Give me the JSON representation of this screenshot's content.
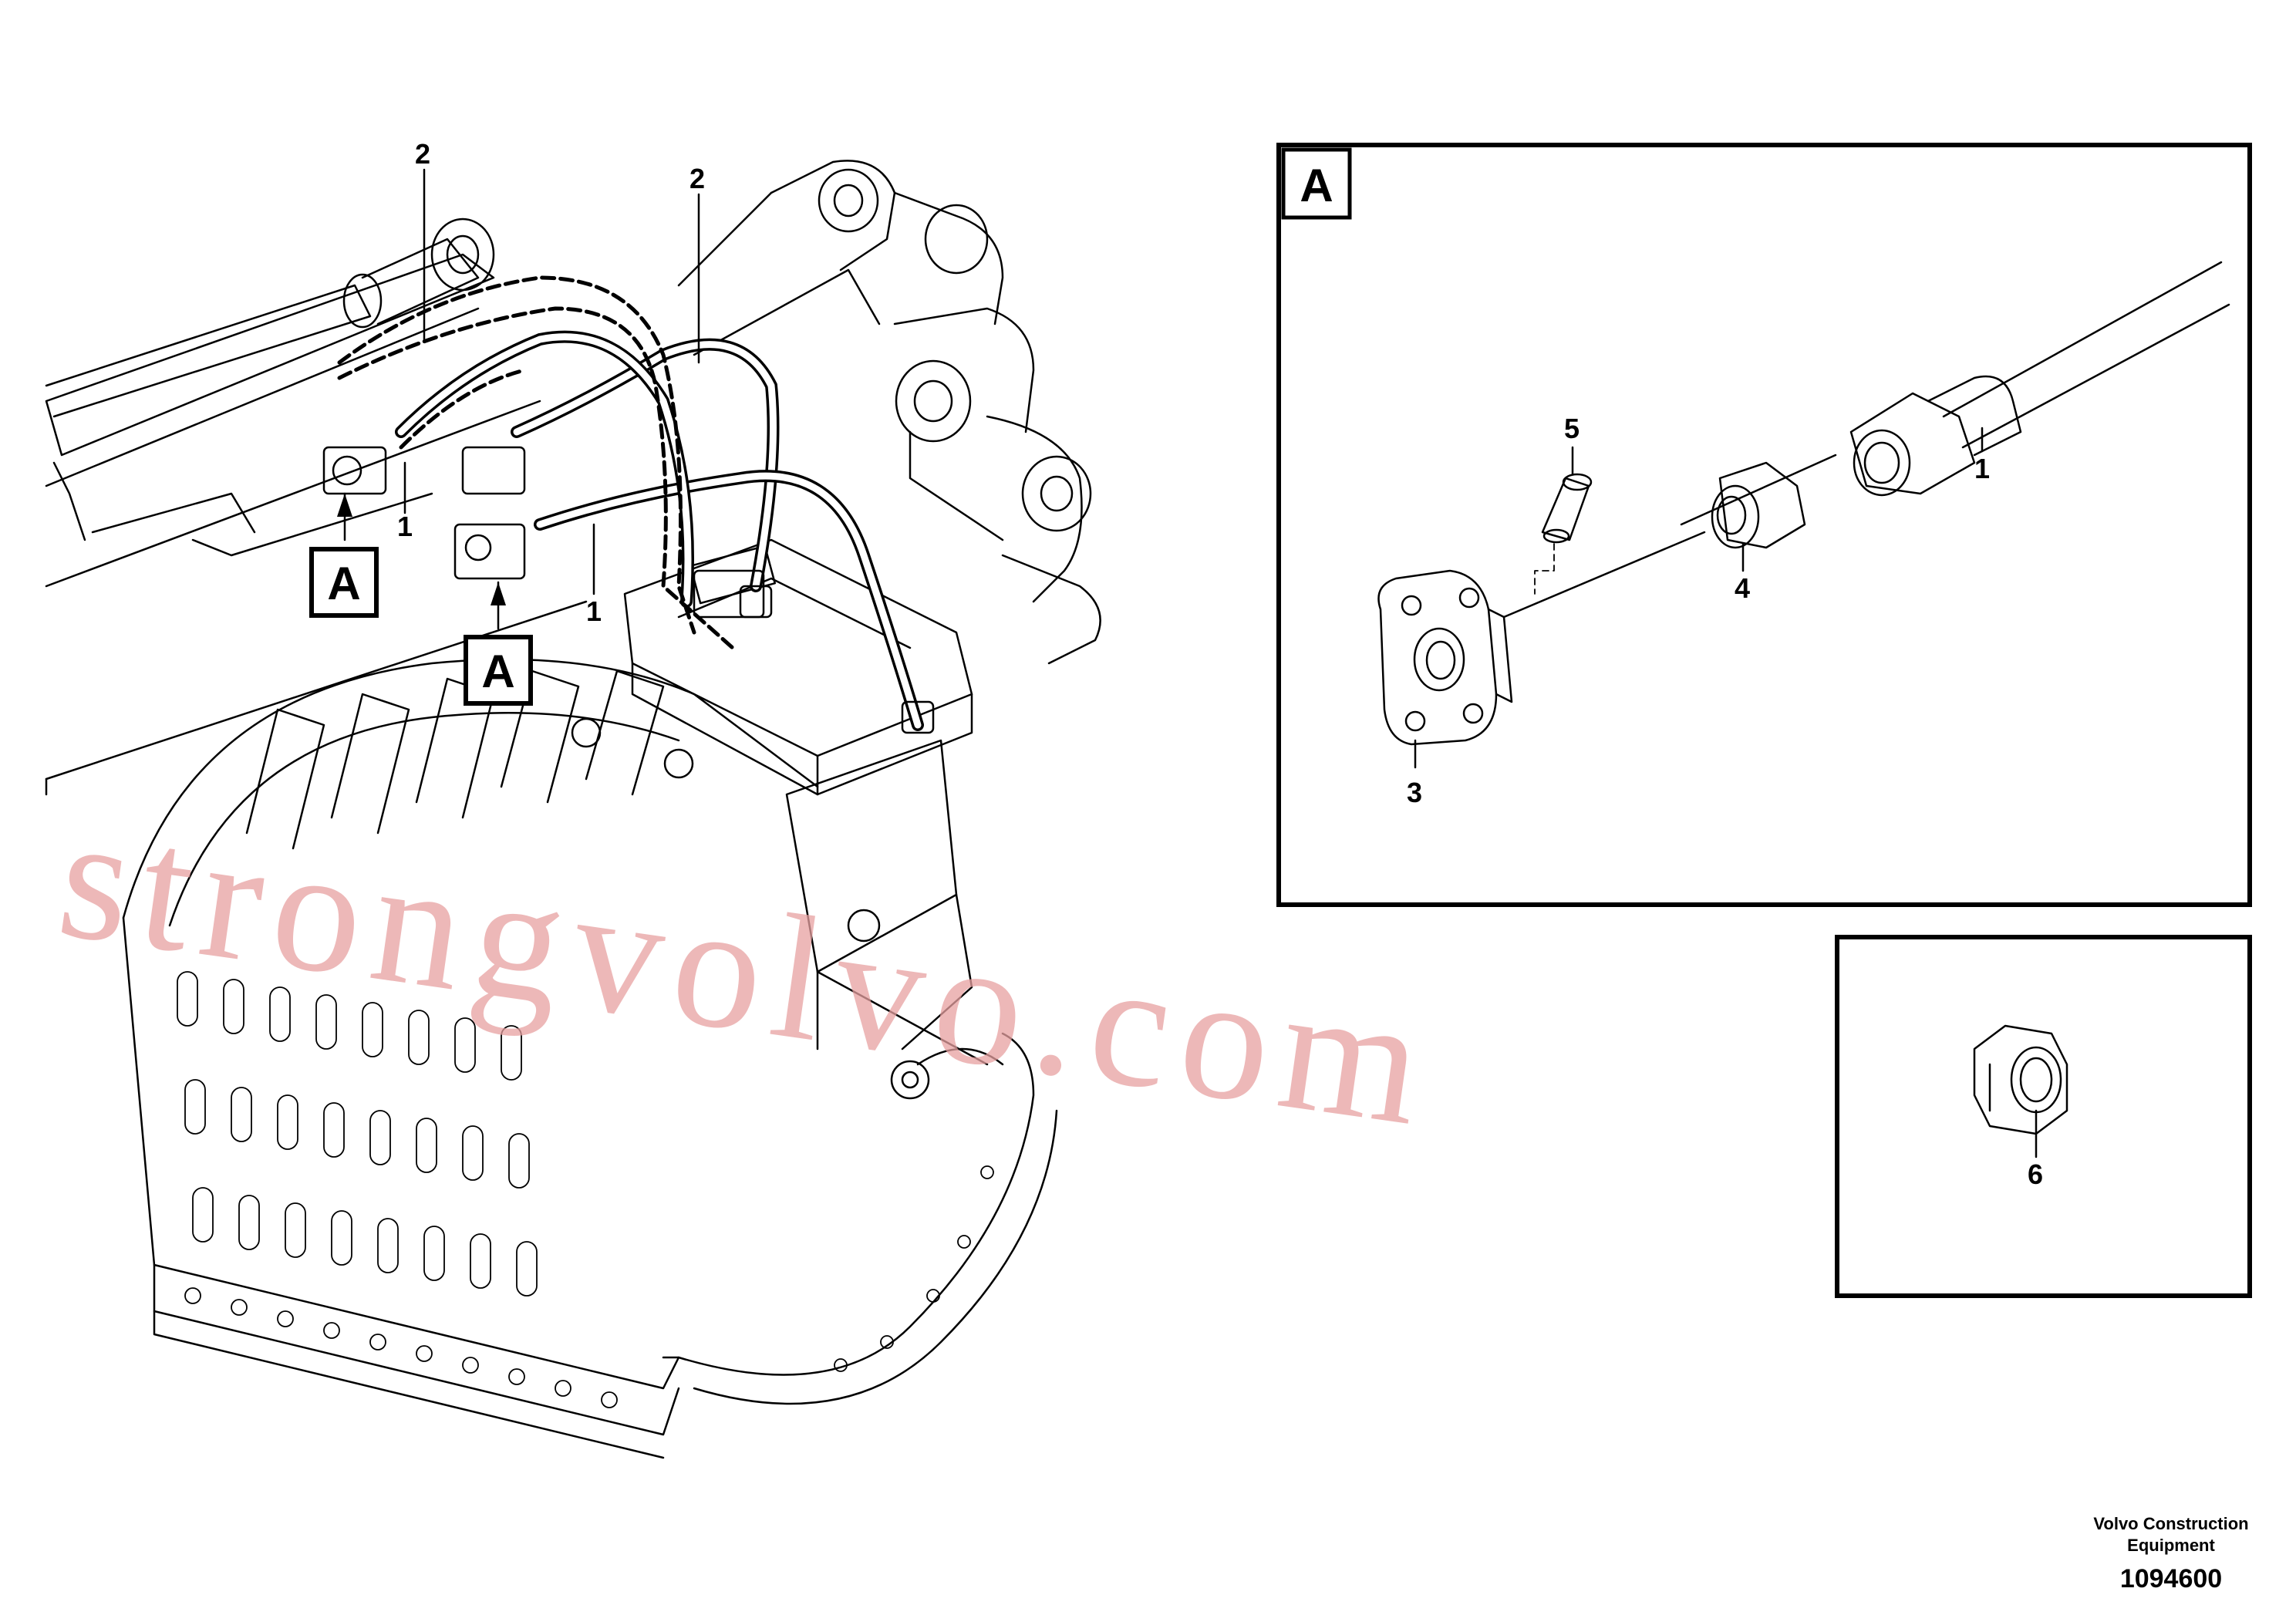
{
  "diagram": {
    "callouts": {
      "c1_main_a": "1",
      "c1_main_b": "1",
      "c2_main_a": "2",
      "c2_main_b": "2",
      "c1_detail": "1",
      "c3_detail": "3",
      "c4_detail": "4",
      "c5_detail": "5",
      "c6_detail": "6"
    },
    "view_labels": {
      "main_a": "A",
      "main_b": "A",
      "detail_box": "A"
    },
    "watermark": "strongvolvo.com",
    "footer": {
      "line1": "Volvo Construction",
      "line2": "Equipment",
      "drawing_number": "1094600"
    }
  }
}
